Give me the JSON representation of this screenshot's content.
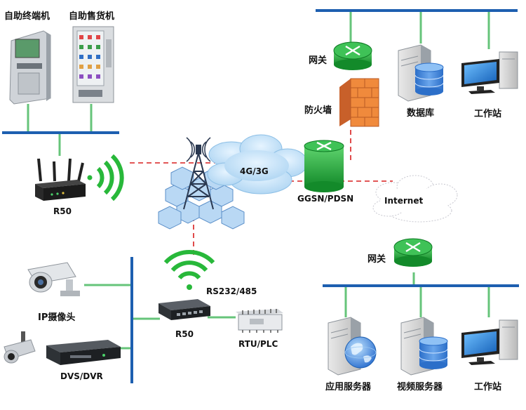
{
  "labels": {
    "kiosk": "自助终端机",
    "vending": "自助售货机",
    "gateway_top": "网关",
    "firewall": "防火墙",
    "database_top": "数据库",
    "workstation_top": "工作站",
    "network": "4G/3G",
    "ggsn": "GGSN/PDSN",
    "router_top": "R50",
    "internet": "Internet",
    "gateway_bottom": "网关",
    "rs": "RS232/485",
    "ipcam": "IP摄像头",
    "router_bottom": "R50",
    "rtu": "RTU/PLC",
    "dvs": "DVS/DVR",
    "app_server": "应用服务器",
    "video_server": "视频服务器",
    "workstation_bottom": "工作站"
  },
  "colors": {
    "bus_blue": "#1d5fb0",
    "link_green": "#66c47a",
    "wireless_dash": "#d81e1e",
    "signal_green": "#28b83a",
    "router_green": "#22a43a",
    "firewall_orange": "#f08a3c",
    "cloud_blue": "#bcdcf4",
    "monitor_blue": "#1e7fd0"
  },
  "icons": [
    "kiosk-icon",
    "vending-machine-icon",
    "router-icon",
    "firewall-icon",
    "server-icon",
    "workstation-icon",
    "cell-tower-icon",
    "cloud-icon",
    "wifi-signal-icon",
    "ip-camera-icon",
    "dvr-icon",
    "plc-icon",
    "globe-icon"
  ]
}
